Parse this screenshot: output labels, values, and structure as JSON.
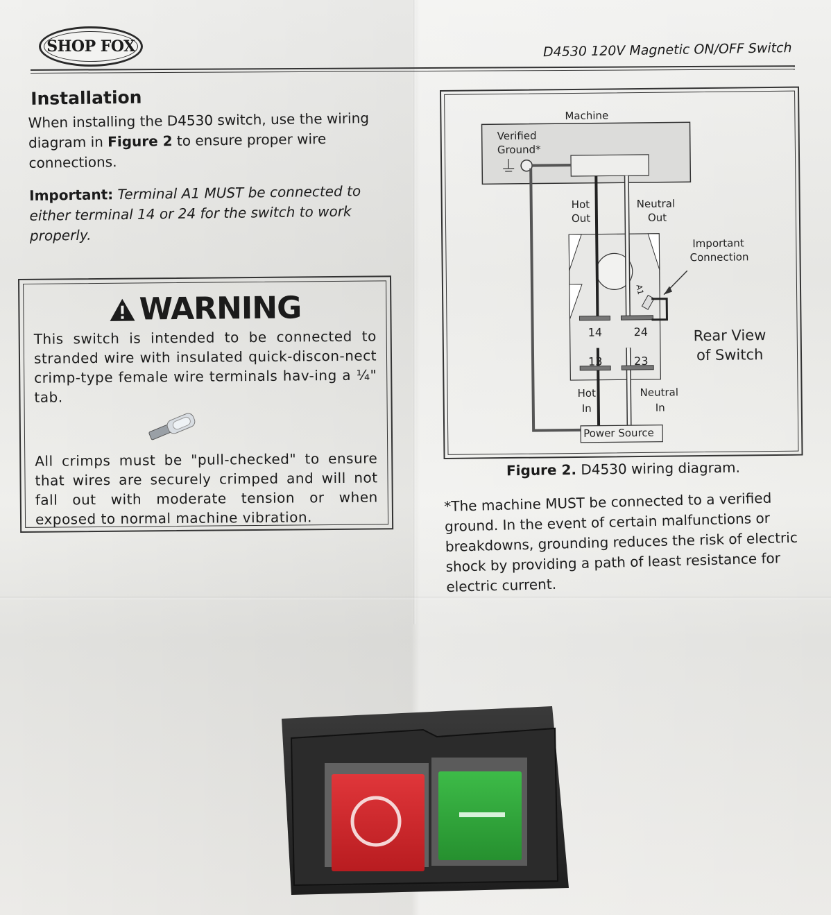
{
  "brand": {
    "logo_text": "SHOP FOX"
  },
  "header": {
    "title": "D4530 120V Magnetic ON/OFF Switch"
  },
  "installation": {
    "heading": "Installation",
    "intro_1": "When installing the D4530 switch, use the wiring diagram in ",
    "intro_bold": "Figure 2",
    "intro_2": " to ensure proper wire connections.",
    "important_label": "Important:",
    "important_text": " Terminal A1 MUST be connected to either terminal 14 or 24 for the switch to work properly."
  },
  "warning": {
    "title": "WARNING",
    "text_1": "This switch is intended to be connected to stranded wire with insulated quick-discon-nect crimp-type female wire terminals hav-ing a ¼\" tab.",
    "text_2": "All crimps must be \"pull-checked\" to ensure that wires are securely crimped and will not fall out with moderate tension or when exposed to normal machine vibration."
  },
  "diagram": {
    "machine": "Machine",
    "verified_ground_1": "Verified",
    "verified_ground_2": "Ground*",
    "hot_out_1": "Hot",
    "hot_out_2": "Out",
    "neutral_out_1": "Neutral",
    "neutral_out_2": "Out",
    "important_connection_1": "Important",
    "important_connection_2": "Connection",
    "rear_view_1": "Rear View",
    "rear_view_2": "of Switch",
    "t14": "14",
    "t24": "24",
    "t13": "13",
    "t23": "23",
    "a1": "A1",
    "hot_in_1": "Hot",
    "hot_in_2": "In",
    "neutral_in_1": "Neutral",
    "neutral_in_2": "In",
    "power_source": "Power Source"
  },
  "caption": {
    "label": "Figure 2.",
    "text": " D4530 wiring diagram."
  },
  "footnote": "*The machine MUST be connected to a verified ground. In the event of certain malfunctions or breakdowns, grounding reduces the risk of electric shock by providing a path of least resistance for electric current.",
  "switch": {
    "off_color": "#d3262a",
    "on_color": "#2fa83a",
    "housing_color": "#2a2a2a"
  }
}
